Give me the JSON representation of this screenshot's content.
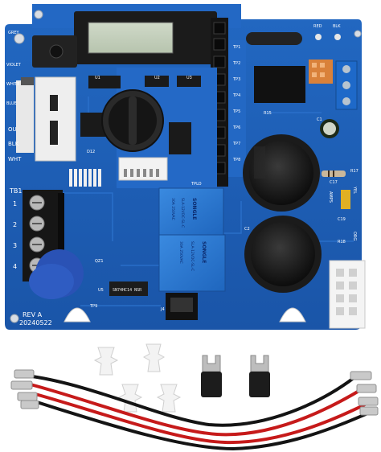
{
  "board": {
    "rev": "REV A",
    "date": "20240522",
    "terminal_block": {
      "label": "TB1",
      "numbers": [
        "1",
        "2",
        "3",
        "4"
      ]
    },
    "wire_labels": {
      "grey": "GREY",
      "violet": "VIOLET",
      "white": "WHITE",
      "blue": "BLUE",
      "ou": "OU",
      "blk": "BLK",
      "wht": "WHT",
      "red": "RED",
      "blk_top": "BLK",
      "yel": "YEL",
      "org": "ORG",
      "amps": "AMPS"
    },
    "refs": {
      "j4": "J4",
      "c2": "C2",
      "tp9": "TP9",
      "tp10": "TPLO",
      "qz1": "QZ1",
      "u1": "U1",
      "u2": "U2",
      "u3": "U3",
      "u5": "U5",
      "r17": "R17",
      "r18": "R18",
      "r15": "R15",
      "c1": "C1",
      "c17": "C17",
      "c19": "C19",
      "d12": "D12"
    },
    "tp_labels": [
      "TP1",
      "TP2",
      "TP3",
      "TP4",
      "TP5",
      "TP6",
      "TP7",
      "TP8"
    ],
    "relays": [
      {
        "brand": "SONGLE",
        "model": "SLA-12VDC-SL-C",
        "rating": "30A 250VAC"
      },
      {
        "brand": "SONGLE",
        "model": "SLA-12VDC-SL-C",
        "rating": "30A 250VAC"
      }
    ],
    "chip_u5": "SN74HC14 NSR",
    "colors": {
      "pcb": "#1d5fb8",
      "pcb_dark": "#154a96",
      "relay": "#2f7fd6",
      "terminal": "#1a1a1a",
      "varistor": "#2a52b5"
    }
  },
  "accessories": {
    "standoffs": 4,
    "spade_terminals": 2,
    "wires": {
      "colors": [
        "#c61a1a",
        "#141414"
      ]
    }
  }
}
